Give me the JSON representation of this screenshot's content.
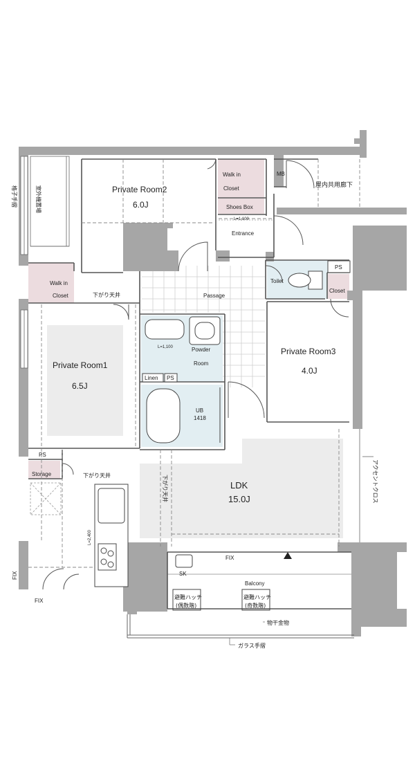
{
  "plan": {
    "rooms": {
      "private_room2": {
        "name": "Private Room2",
        "size": "6.0J"
      },
      "private_room1": {
        "name": "Private Room1",
        "size": "6.5J"
      },
      "private_room3": {
        "name": "Private Room3",
        "size": "4.0J"
      },
      "ldk": {
        "name": "LDK",
        "size": "15.0J"
      }
    },
    "labels": {
      "walk_in_top": "Walk in",
      "closet_top": "Closet",
      "walk_in_left": "Walk in",
      "closet_left": "Closet",
      "shoes_box": "Shoes Box",
      "entrance": "Entrance",
      "entrance_dim": "L=1,100",
      "mb": "MB",
      "common_corridor": "屋内共用廊下",
      "toilet": "Toilet",
      "ps_right": "PS",
      "closet_right": "Closet",
      "passage": "Passage",
      "lowered_ceiling_1": "下がり天井",
      "lowered_ceiling_2": "下がり天井",
      "lowered_ceiling_vertical": "下がり天井",
      "powder": "Powder",
      "powder_room": "Room",
      "powder_dim": "L=1,100",
      "linen": "Linen",
      "ps_powder": "PS",
      "ub": "UB",
      "ub_size": "1418",
      "ps_left": "PS",
      "storage": "Storage",
      "kitchen_dim": "L=2,400",
      "sk": "SK",
      "fix_top": "FIX",
      "fix_left": "FIX",
      "fix_bottom": "FIX",
      "balcony": "Balcony",
      "hatch_1": "避難ハッチ",
      "hatch_1_sub": "(偶数階)",
      "hatch_2": "避難ハッチ",
      "hatch_2_sub": "(奇数階)",
      "laundry_hardware": "物干金物",
      "glass_railing": "ガラス手摺",
      "accent_cloth": "アクセントクロス",
      "outdoor_unit": "室外機置場",
      "lattice_railing": "格子手摺"
    }
  }
}
